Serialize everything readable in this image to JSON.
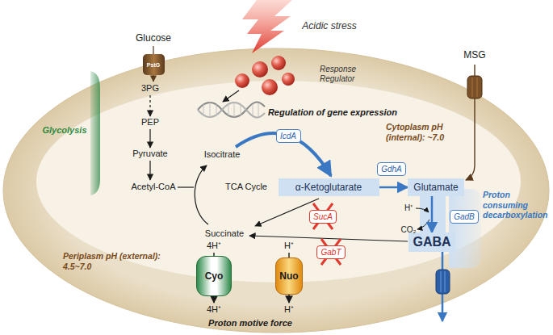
{
  "diagram": {
    "nodes": [
      {
        "text": [
          "PstG"
        ]
      },
      {
        "text": [
          "IcdA"
        ]
      },
      {
        "text": [
          "α-Ketoglutarate"
        ]
      },
      {
        "text": [
          "GdhA"
        ]
      },
      {
        "text": [
          "Glutamate"
        ]
      },
      {
        "text": [
          "GadB"
        ]
      },
      {
        "text": [
          "GABA"
        ]
      },
      {
        "text": [
          "SucA"
        ]
      },
      {
        "text": [
          "GabT"
        ]
      },
      {
        "text": [
          "Cyo"
        ]
      },
      {
        "text": [
          "Nuo"
        ]
      }
    ],
    "edges": [
      {
        "from": 2,
        "to": 4,
        "arrow": "to"
      },
      {
        "from": 4,
        "to": 6,
        "arrow": "to"
      }
    ],
    "labels": [
      "Acidic stress",
      "Glucose",
      "3PG",
      "PEP",
      "Pyruvate",
      "Acetyl-CoA",
      "Glycolysis",
      "Response Regulator",
      "Regulation of gene expression",
      "MSG",
      "Cytoplasm pH (internal): ~7.0",
      "Isocitrate",
      "TCA Cycle",
      "H⁺",
      "CO₂",
      "Succinate",
      "Proton consuming decarboxylation",
      "Periplasm pH (external): 4.5~7.0",
      "4H⁺",
      "4H⁺",
      "H⁺",
      "H⁺",
      "Proton motive force"
    ]
  }
}
